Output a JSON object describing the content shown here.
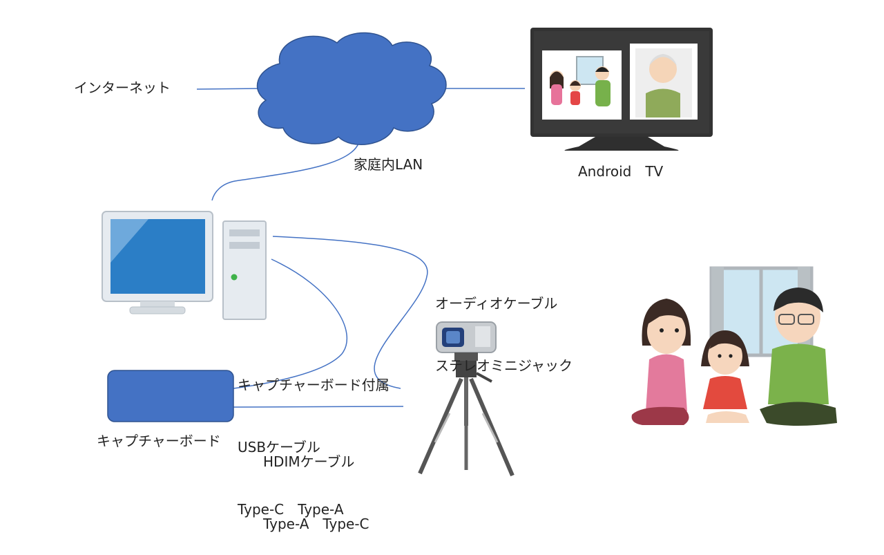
{
  "labels": {
    "internet": "インターネット",
    "home_lan": "家庭内LAN",
    "android_tv": "Android　TV",
    "audio_cable_line1": "オーディオケーブル",
    "audio_cable_line2": "ステレオミニジャック",
    "usb_cable_line1": "キャプチャーボード付属",
    "usb_cable_line2": "USBケーブル",
    "usb_cable_line3": "Type-C　Type-A",
    "hdmi_cable_line1": "HDIMケーブル",
    "hdmi_cable_line2": "Type-A　Type-C",
    "capture_board": "キャプチャーボード"
  },
  "colors": {
    "cloud_fill": "#4472c4",
    "cloud_stroke": "#2f528f",
    "line": "#4472c4",
    "capture_board_fill": "#4472c4",
    "tv_frame": "#333333",
    "pc_body": "#e6ebf0",
    "pc_screen": "#2b7ec6"
  },
  "icons": {
    "network": "cloud-icon",
    "tv": "television-icon",
    "pc": "desktop-computer-icon",
    "camera": "video-camera-on-tripod-icon",
    "family": "family-illustration",
    "capture_board": "capture-board-box"
  }
}
